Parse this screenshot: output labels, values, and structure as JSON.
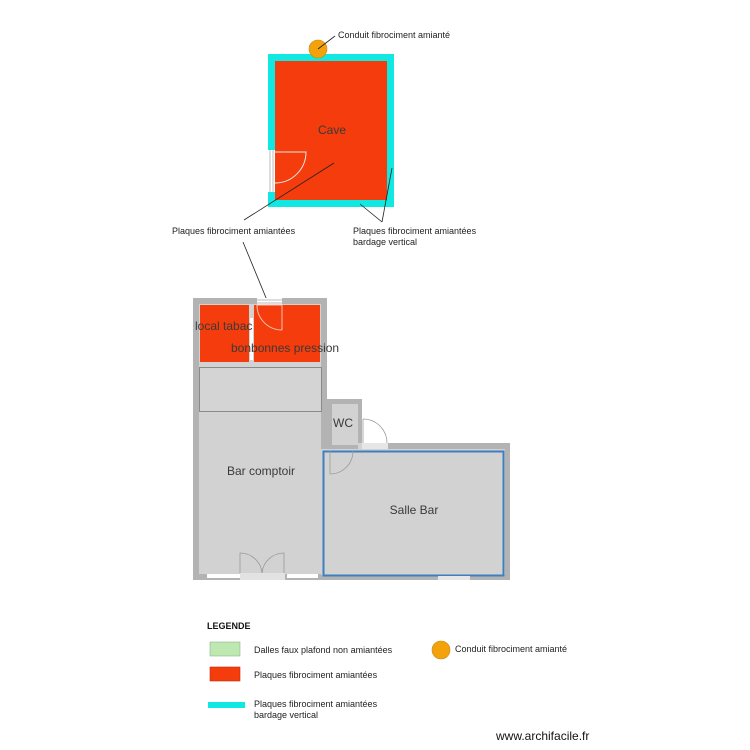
{
  "colors": {
    "asbestos_plates": "#f43c0c",
    "asbestos_cladding": "#12e8e2",
    "asbestos_duct": "#f4a20c",
    "ceiling_tiles_ok": "#bde8b0",
    "wall": "#b3b3b3",
    "floor": "#d2d2d2",
    "salle_border": "#3f7fbf"
  },
  "rooms": {
    "cave": "Cave",
    "local_tabac": "local tabac",
    "bonbonnes": "bonbonnes pression",
    "wc": "WC",
    "bar_comptoir": "Bar comptoir",
    "salle_bar": "Salle Bar"
  },
  "annotations": {
    "duct": "Conduit fibrociment amianté",
    "plates": "Plaques fibrociment amiantées",
    "cladding_line1": "Plaques fibrociment amiantées",
    "cladding_line2": "bardage vertical"
  },
  "legend": {
    "title": "LEGENDE",
    "items": [
      {
        "label": "Dalles faux plafond non amiantées",
        "swatch": "green-rect"
      },
      {
        "label": "Plaques fibrociment amiantées",
        "swatch": "red-rect"
      },
      {
        "label_line1": "Plaques fibrociment amiantées",
        "label_line2": "bardage vertical",
        "swatch": "cyan-bar"
      },
      {
        "label": "Conduit fibrociment amianté",
        "swatch": "orange-circle"
      }
    ]
  },
  "watermark": "www.archifacile.fr"
}
